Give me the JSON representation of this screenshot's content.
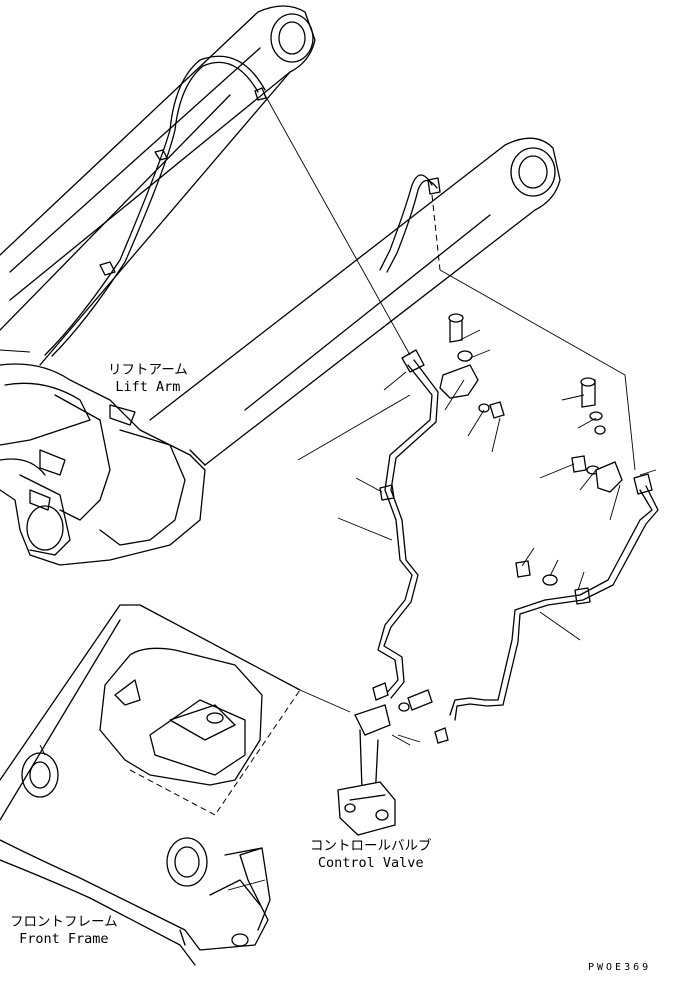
{
  "labels": {
    "lift_arm": {
      "jp": "リフトアーム",
      "en": "Lift Arm"
    },
    "control_valve": {
      "jp": "コントロールバルブ",
      "en": "Control Valve"
    },
    "front_frame": {
      "jp": "フロントフレーム",
      "en": "Front Frame"
    }
  },
  "drawing_code": "PWOE369"
}
